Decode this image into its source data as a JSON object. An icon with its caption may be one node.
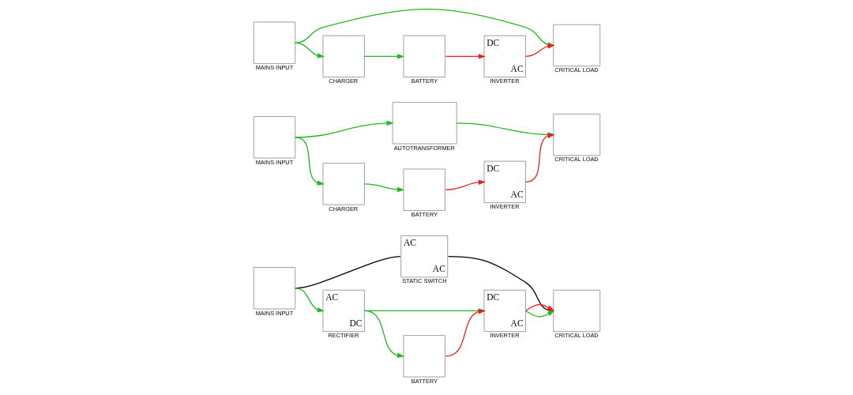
{
  "diagram": {
    "nodes": [
      {
        "text": [
          "MAINS INPUT"
        ]
      },
      {
        "text": [
          "CRITICAL LOAD"
        ]
      },
      {
        "text": [
          "CHARGER"
        ]
      },
      {
        "text": [
          "BATTERY"
        ]
      },
      {
        "text": [
          "DC",
          "AC",
          "INVERTER"
        ]
      },
      {
        "text": [
          "MAINS INPUT"
        ]
      },
      {
        "text": [
          "AUTOTRANSFORMER"
        ]
      },
      {
        "text": [
          "CRITICAL LOAD"
        ]
      },
      {
        "text": [
          "CHARGER"
        ]
      },
      {
        "text": [
          "BATTERY"
        ]
      },
      {
        "text": [
          "DC",
          "AC",
          "INVERTER"
        ]
      },
      {
        "text": [
          "AC",
          "AC",
          "STATIC SWITCH"
        ]
      },
      {
        "text": [
          "MAINS INPUT"
        ]
      },
      {
        "text": [
          "AC",
          "DC",
          "RECTIFIER"
        ]
      },
      {
        "text": [
          "DC",
          "AC",
          "INVERTER"
        ]
      },
      {
        "text": [
          "CRITICAL LOAD"
        ]
      },
      {
        "text": [
          "BATTERY"
        ]
      }
    ],
    "edges": [
      {
        "from": 0,
        "to": 1,
        "arrow": "to",
        "color": "#22b822"
      },
      {
        "from": 0,
        "to": 2,
        "arrow": "to",
        "color": "#22b822"
      },
      {
        "from": 2,
        "to": 3,
        "arrow": "to",
        "color": "#22b822"
      },
      {
        "from": 3,
        "to": 4,
        "arrow": "to",
        "color": "#e82020"
      },
      {
        "from": 4,
        "to": 1,
        "arrow": "to",
        "color": "#e82020"
      },
      {
        "from": 5,
        "to": 6,
        "arrow": "to",
        "color": "#22b822"
      },
      {
        "from": 6,
        "to": 7,
        "arrow": "to",
        "color": "#22b822"
      },
      {
        "from": 5,
        "to": 8,
        "arrow": "to",
        "color": "#22b822"
      },
      {
        "from": 8,
        "to": 9,
        "arrow": "to",
        "color": "#22b822"
      },
      {
        "from": 9,
        "to": 10,
        "arrow": "to",
        "color": "#e82020"
      },
      {
        "from": 10,
        "to": 7,
        "arrow": "to",
        "color": "#e82020"
      },
      {
        "from": 12,
        "to": 13,
        "arrow": "to",
        "color": "#22b822"
      },
      {
        "from": 12,
        "to": 11,
        "arrow": "none",
        "color": "#000000"
      },
      {
        "from": 11,
        "to": 15,
        "arrow": "none",
        "color": "#000000"
      },
      {
        "from": 13,
        "to": 14,
        "arrow": "to",
        "color": "#22b822"
      },
      {
        "from": 13,
        "to": 16,
        "arrow": "to",
        "color": "#22b822"
      },
      {
        "from": 16,
        "to": 14,
        "arrow": "to",
        "color": "#e82020"
      },
      {
        "from": 14,
        "to": 15,
        "arrow": "to",
        "color": "#22b822"
      },
      {
        "from": 14,
        "to": 15,
        "arrow": "to",
        "color": "#e82020"
      }
    ]
  }
}
